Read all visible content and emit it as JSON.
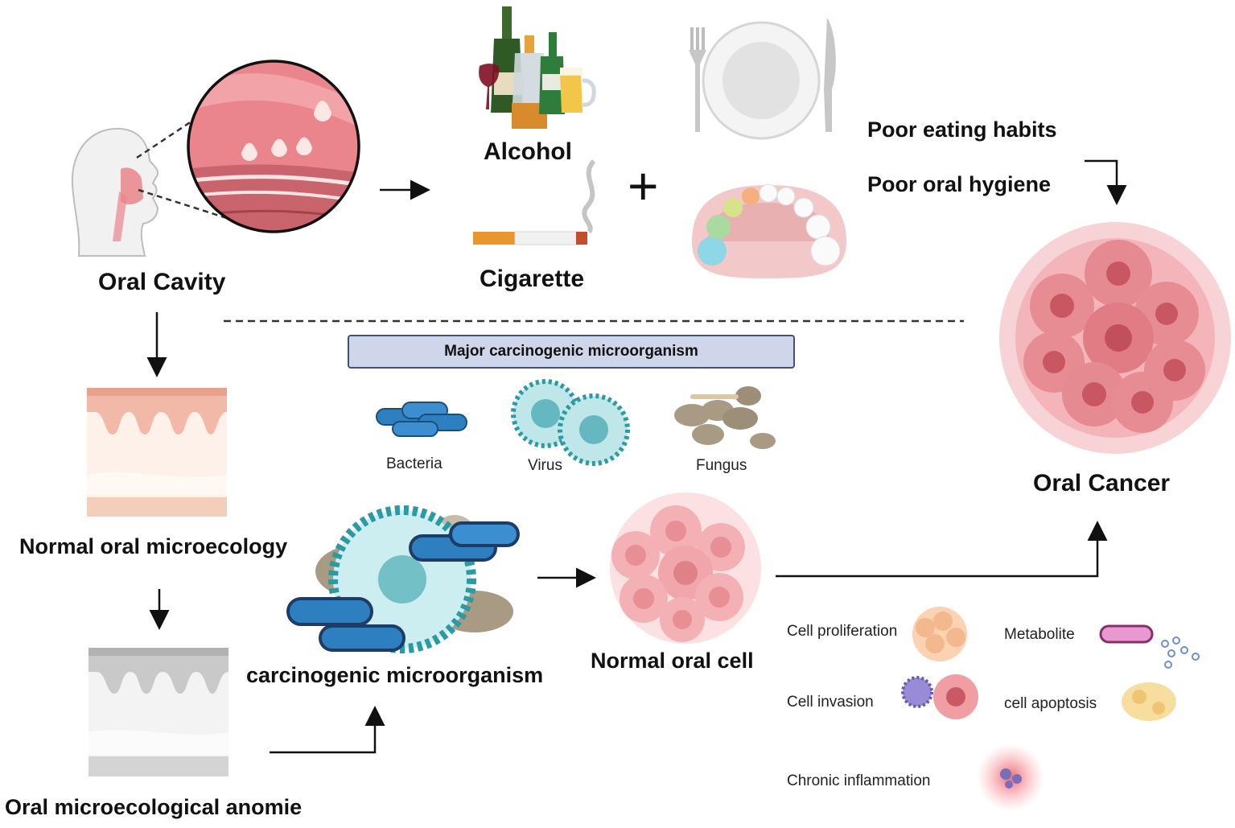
{
  "labels": {
    "oral_cavity": "Oral Cavity",
    "alcohol": "Alcohol",
    "cigarette": "Cigarette",
    "poor_eating": "Poor eating habits",
    "poor_hygiene": "Poor oral hygiene",
    "oral_cancer": "Oral Cancer",
    "normal_microecology": "Normal oral microecology",
    "microecological_anomie": "Oral microecological anomie",
    "carcinogenic_microorganism": "carcinogenic microorganism",
    "normal_oral_cell": "Normal oral cell"
  },
  "banner": {
    "title": "Major carcinogenic microorganism"
  },
  "microbes": {
    "bacteria": "Bacteria",
    "virus": "Virus",
    "fungus": "Fungus"
  },
  "effects": {
    "cell_proliferation": "Cell proliferation",
    "metabolite": "Metabolite",
    "cell_invasion": "Cell invasion",
    "cell_apoptosis": "cell apoptosis",
    "chronic_inflammation": "Chronic inflammation"
  },
  "symbols": {
    "plus": "+"
  },
  "colors": {
    "mucosa_pink": "#e9858b",
    "cancer_red": "#e07d84",
    "bacteria_blue": "#2e7fbf",
    "virus_teal": "#2a9aa4",
    "fungus_tan": "#a89a83",
    "banner_fill": "#cfd6ea"
  }
}
